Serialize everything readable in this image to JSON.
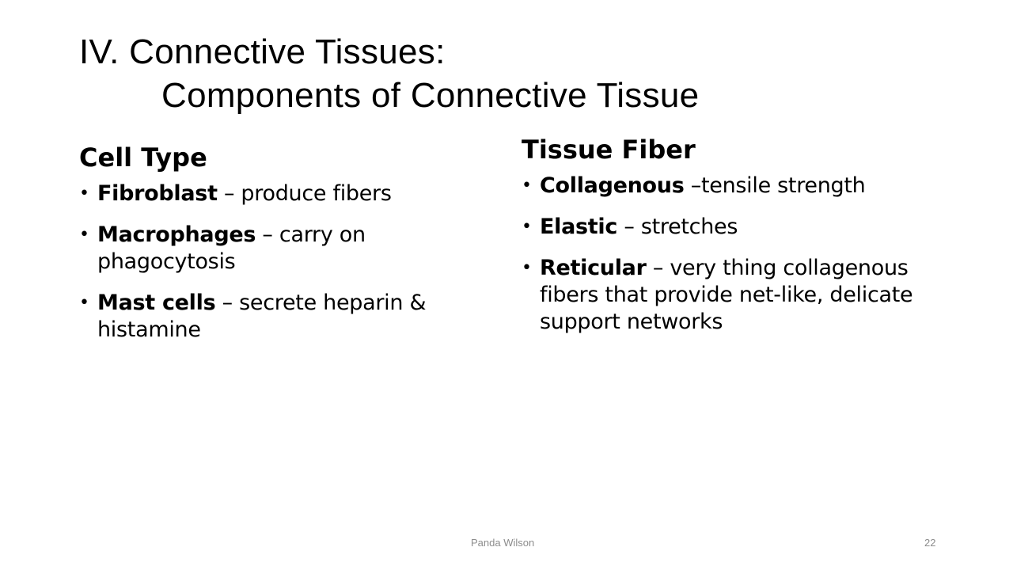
{
  "slide": {
    "title_line1": "IV. Connective Tissues:",
    "title_line2": "Components of Connective Tissue"
  },
  "left": {
    "heading": "Cell Type",
    "items": [
      {
        "term": "Fibroblast",
        "desc": " – produce fibers"
      },
      {
        "term": "Macrophages",
        "desc": " – carry on phagocytosis"
      },
      {
        "term": "Mast cells",
        "desc": " – secrete heparin & histamine"
      }
    ]
  },
  "right": {
    "heading": "Tissue Fiber",
    "items": [
      {
        "term": "Collagenous",
        "desc": " –tensile strength"
      },
      {
        "term": "Elastic",
        "desc": " – stretches"
      },
      {
        "term": "Reticular",
        "desc": " – very thing collagenous fibers that provide net-like, delicate support networks"
      }
    ]
  },
  "footer": {
    "author": "Panda Wilson",
    "page_number": "22"
  }
}
